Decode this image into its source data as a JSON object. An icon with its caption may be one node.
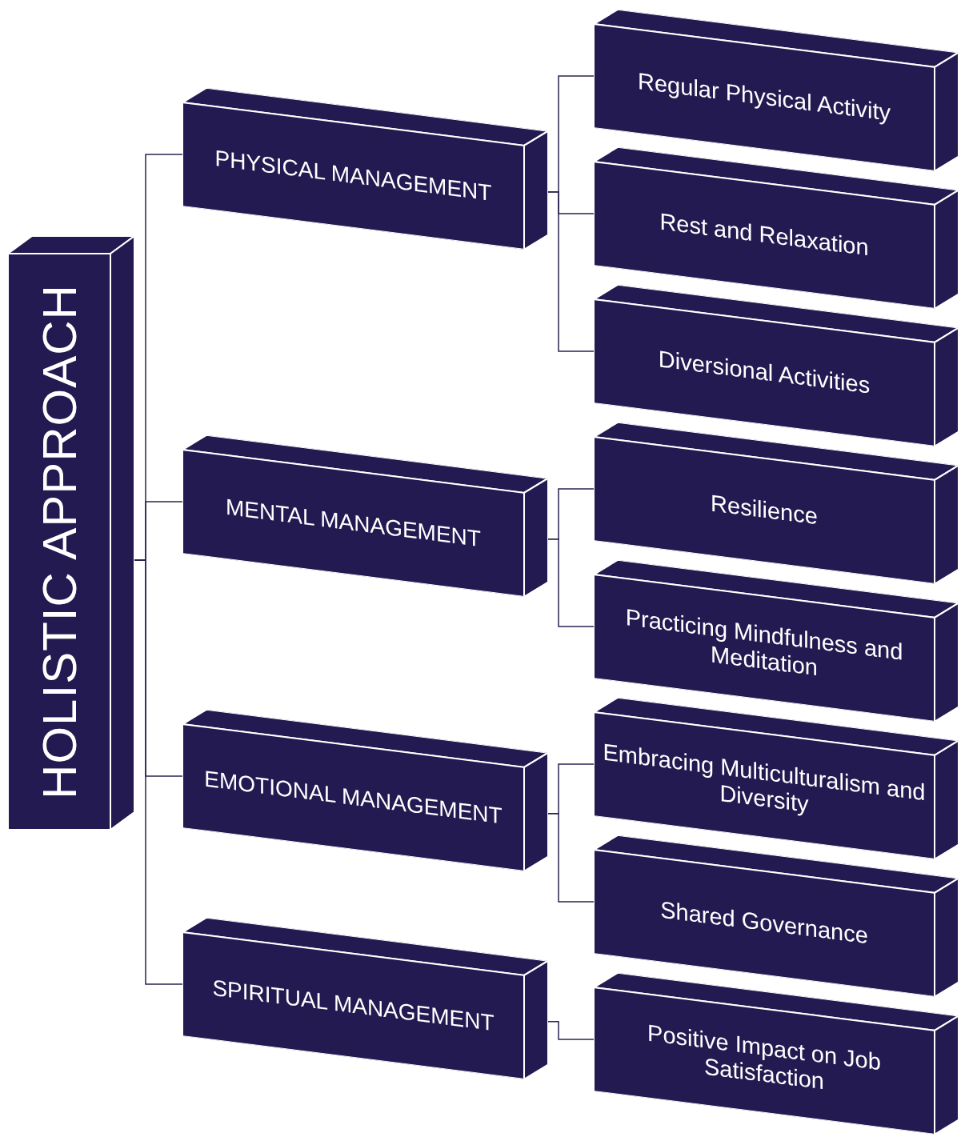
{
  "diagram": {
    "nodes": [
      {
        "text": [
          "HOLISTIC APPROACH"
        ]
      },
      {
        "text": [
          "PHYSICAL MANAGEMENT"
        ]
      },
      {
        "text": [
          "MENTAL MANAGEMENT"
        ]
      },
      {
        "text": [
          "EMOTIONAL MANAGEMENT"
        ]
      },
      {
        "text": [
          "SPIRITUAL MANAGEMENT"
        ]
      },
      {
        "text": [
          "Regular Physical Activity"
        ]
      },
      {
        "text": [
          "Rest and Relaxation"
        ]
      },
      {
        "text": [
          "Diversional Activities"
        ]
      },
      {
        "text": [
          "Resilience"
        ]
      },
      {
        "text": [
          "Practicing Mindfulness and Meditation"
        ]
      },
      {
        "text": [
          "Embracing Multiculturalism and Diversity"
        ]
      },
      {
        "text": [
          "Shared Governance"
        ]
      },
      {
        "text": [
          "Positive Impact on Job Satisfaction"
        ]
      }
    ],
    "edges": [
      {
        "from": 0,
        "to": 1,
        "arrow": "none"
      },
      {
        "from": 0,
        "to": 2,
        "arrow": "none"
      },
      {
        "from": 0,
        "to": 3,
        "arrow": "none"
      },
      {
        "from": 0,
        "to": 4,
        "arrow": "none"
      },
      {
        "from": 1,
        "to": 5,
        "arrow": "none"
      },
      {
        "from": 1,
        "to": 6,
        "arrow": "none"
      },
      {
        "from": 1,
        "to": 7,
        "arrow": "none"
      },
      {
        "from": 2,
        "to": 8,
        "arrow": "none"
      },
      {
        "from": 2,
        "to": 9,
        "arrow": "none"
      },
      {
        "from": 3,
        "to": 10,
        "arrow": "none"
      },
      {
        "from": 3,
        "to": 11,
        "arrow": "none"
      },
      {
        "from": 4,
        "to": 12,
        "arrow": "none"
      }
    ]
  }
}
